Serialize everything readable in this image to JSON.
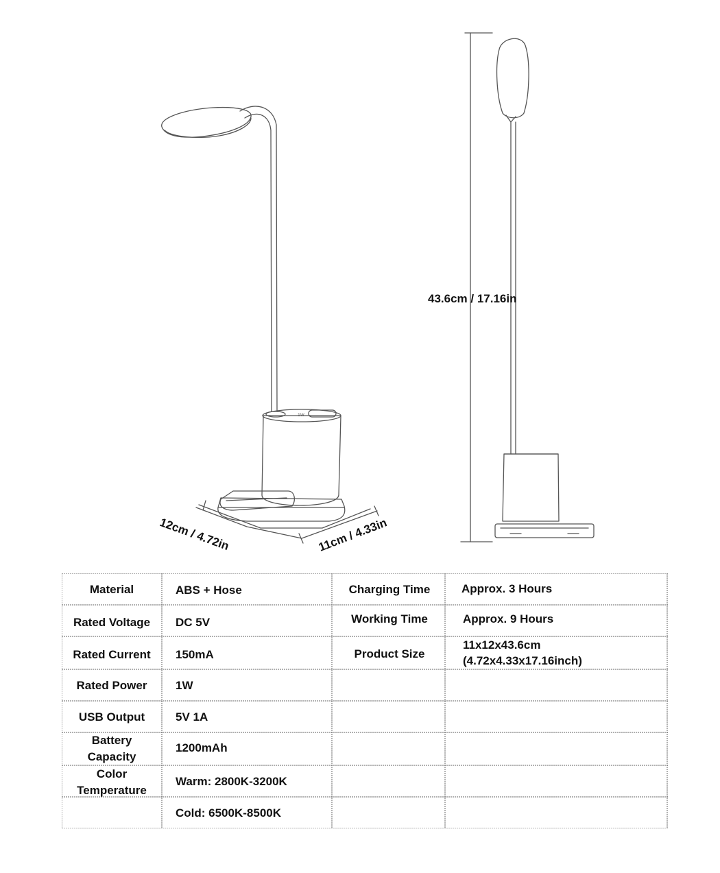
{
  "dimensions": {
    "height": "43.6cm / 17.16in",
    "width": "12cm / 4.72in",
    "depth": "11cm / 4.33in"
  },
  "lamp_badge": "1W",
  "specs_left": [
    {
      "label": "Material",
      "value": "ABS + Hose"
    },
    {
      "label": "Rated Voltage",
      "value": "DC 5V"
    },
    {
      "label": "Rated Current",
      "value": "150mA"
    },
    {
      "label": "Rated Power",
      "value": "1W"
    },
    {
      "label": "USB Output",
      "value": "5V 1A"
    },
    {
      "label_lines": [
        "Battery",
        "Capacity"
      ],
      "value": "1200mAh"
    },
    {
      "label_lines": [
        "Color",
        "Temperature"
      ],
      "value": "Warm: 2800K-3200K"
    },
    {
      "label": "",
      "value": "Cold: 6500K-8500K"
    }
  ],
  "specs_right": [
    {
      "label": "Charging Time",
      "value": "Approx. 3 Hours"
    },
    {
      "label": "Working Time",
      "value": "Approx. 9 Hours"
    },
    {
      "label": "Product Size",
      "value_lines": [
        "11x12x43.6cm",
        "(4.72x4.33x17.16inch)"
      ]
    }
  ]
}
